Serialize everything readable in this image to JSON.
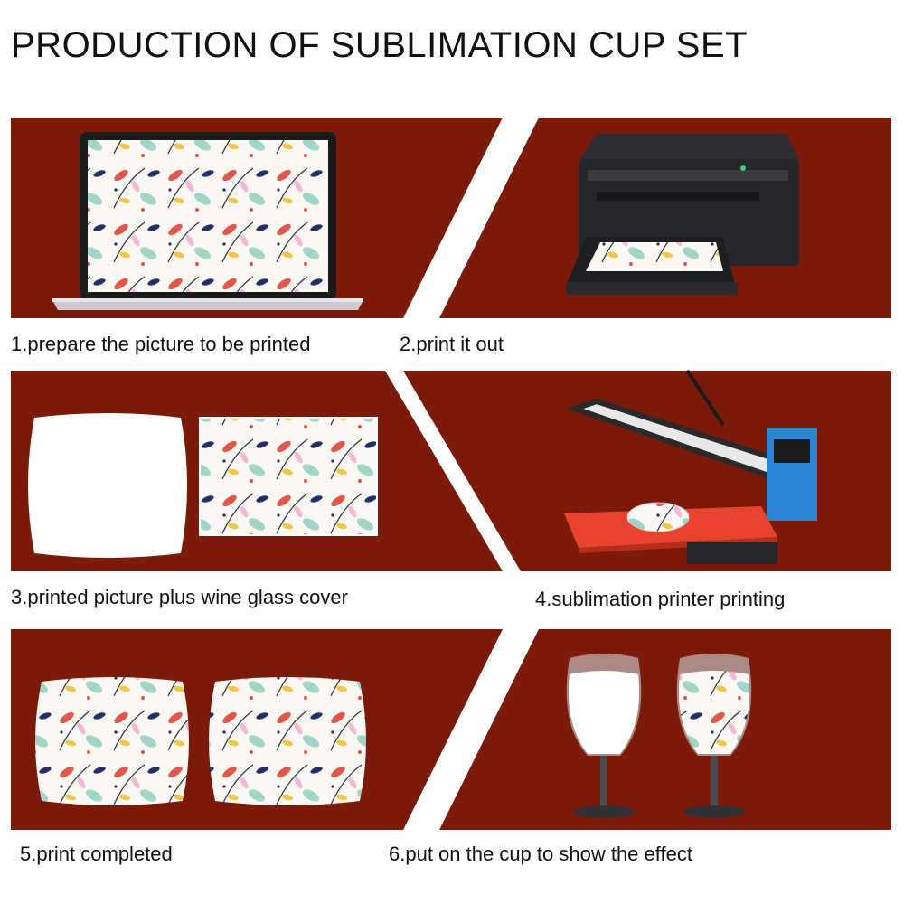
{
  "title": "PRODUCTION OF SUBLIMATION CUP SET",
  "colors": {
    "panel": "#7b1a08",
    "separator": "#ffffff"
  },
  "steps": [
    {
      "caption": "1.prepare the picture to be printed",
      "image": "laptop-with-floral-pattern"
    },
    {
      "caption": "2.print it out",
      "image": "printer-with-printed-sheet"
    },
    {
      "caption": "3.printed picture plus wine glass cover",
      "image": "blank-cover-and-floral-print"
    },
    {
      "caption": "4.sublimation printer printing",
      "image": "heat-press-machine"
    },
    {
      "caption": "5.print completed",
      "image": "two-printed-covers"
    },
    {
      "caption": "6.put on the cup to show the effect",
      "image": "two-wine-glasses-with-covers"
    }
  ]
}
